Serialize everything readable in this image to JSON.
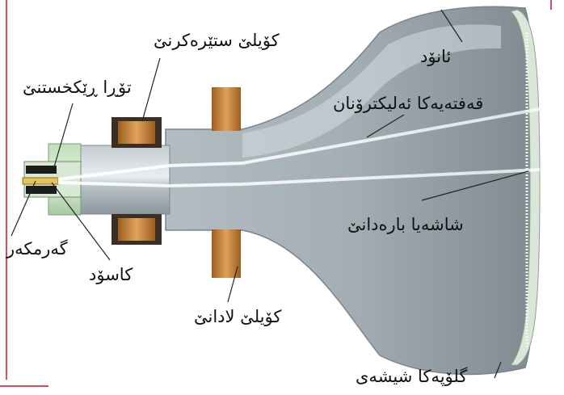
{
  "labels": {
    "focusing_coil": "کۆیلێ ستێرەکرنێ",
    "control_grid": "تۆڕا ڕێکخستنێ",
    "anode": "ئانۆد",
    "electron_beam": "قەفتەیەکا ئەلیکترۆنان",
    "fluorescent_screen": "شاشەیا بارەدانێ",
    "heater": "گەرمکەر",
    "cathode": "کاسۆد",
    "deflection_coil": "کۆیلێ لادانێ",
    "glass_bulb": "گلۆپەکا شیشەی"
  },
  "colors": {
    "frame": "#c8102e",
    "glass": "#a9b4bb",
    "copper": "#c98a3a",
    "screen": "#d9e6d8"
  }
}
